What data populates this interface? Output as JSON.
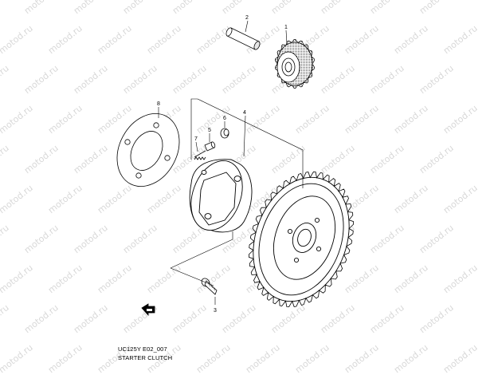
{
  "watermark": "motod.ru",
  "callouts": {
    "p1": "1",
    "p2": "2",
    "p3": "3",
    "p4": "4",
    "p5": "5",
    "p6": "6",
    "p7": "7",
    "p8": "8"
  },
  "caption": {
    "code": "UC125Y E02_007",
    "title": "STARTER CLUTCH"
  },
  "icons": {
    "front_arrow": "front-direction-arrow-icon"
  }
}
